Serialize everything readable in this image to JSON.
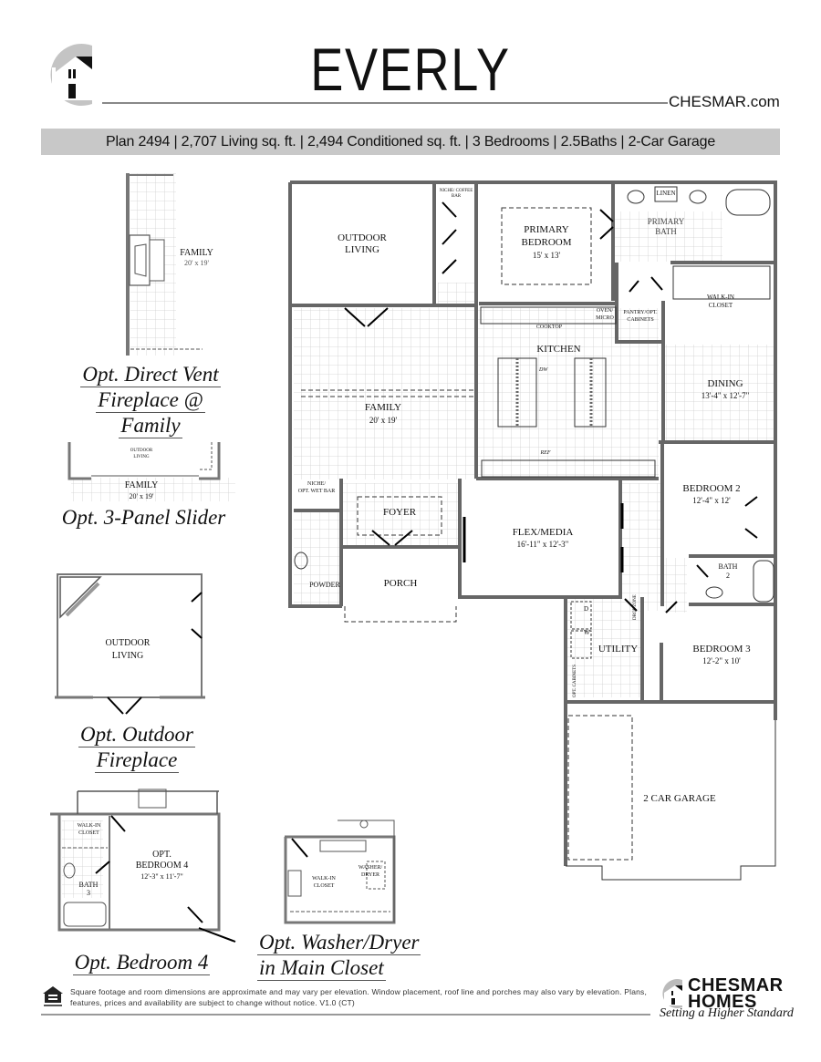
{
  "header": {
    "title": "EVERLY",
    "website": "CHESMAR.com",
    "summary": "Plan 2494 | 2,707 Living sq. ft. | 2,494 Conditioned sq. ft. | 3 Bedrooms | 2.5Baths | 2-Car Garage"
  },
  "main_plan": {
    "rooms": [
      {
        "name": "OUTDOOR LIVING",
        "line1": "OUTDOOR",
        "line2": "LIVING"
      },
      {
        "name": "NICHE/ COFFEE BAR"
      },
      {
        "name": "PRIMARY BEDROOM",
        "line1": "PRIMARY",
        "line2": "BEDROOM",
        "dims": "15' x 13'"
      },
      {
        "name": "LINEN"
      },
      {
        "name": "PRIMARY BATH",
        "line1": "PRIMARY",
        "line2": "BATH"
      },
      {
        "name": "WALK-IN CLOSET",
        "line1": "WALK-IN",
        "line2": "CLOSET"
      },
      {
        "name": "COOKTOP"
      },
      {
        "name": "OVEN/ MICRO",
        "line1": "OVEN/",
        "line2": "MICRO"
      },
      {
        "name": "PANTRY/OPT. CABINETS",
        "line1": "PANTRY/OPT.",
        "line2": "CABINETS"
      },
      {
        "name": "KITCHEN"
      },
      {
        "name": "DW"
      },
      {
        "name": "REF"
      },
      {
        "name": "DINING",
        "dims": "13'-4\" x 12'-7\""
      },
      {
        "name": "FAMILY",
        "dims": "20' x 19'"
      },
      {
        "name": "NICHE/ OPT. WET BAR",
        "line1": "NICHE/",
        "line2": "OPT. WET BAR"
      },
      {
        "name": "FOYER"
      },
      {
        "name": "FLEX/MEDIA",
        "dims": "16'-11\" x 12'-3\""
      },
      {
        "name": "BEDROOM 2",
        "dims": "12'-4\" x 12'"
      },
      {
        "name": "BATH 2",
        "line1": "BATH",
        "line2": "2"
      },
      {
        "name": "POWDER"
      },
      {
        "name": "PORCH"
      },
      {
        "name": "UTILITY"
      },
      {
        "name": "DROP ZONE"
      },
      {
        "name": "OPT. CABINETS"
      },
      {
        "name": "BEDROOM 3",
        "dims": "12'-2\" x 10'"
      },
      {
        "name": "2 CAR GARAGE"
      },
      {
        "name": "W"
      },
      {
        "name": "D"
      }
    ]
  },
  "options": [
    {
      "caption_lines": [
        "Opt. Direct Vent",
        "Fireplace @",
        "Family"
      ],
      "room": "FAMILY",
      "dims": "20' x 19'"
    },
    {
      "caption_lines": [
        "Opt. 3-Panel Slider"
      ],
      "room": "FAMILY",
      "dims": "20' x 19'",
      "room2_line1": "OUTDOOR",
      "room2_line2": "LIVING"
    },
    {
      "caption_lines": [
        "Opt. Outdoor",
        "Fireplace"
      ],
      "room_line1": "OUTDOOR",
      "room_line2": "LIVING"
    },
    {
      "caption_lines": [
        "Opt. Bedroom 4"
      ],
      "room_line1": "OPT.",
      "room_line2": "BEDROOM 4",
      "dims": "12'-3\" x 11'-7\"",
      "closet_line1": "WALK-IN",
      "closet_line2": "CLOSET",
      "bath_line1": "BATH",
      "bath_line2": "3"
    },
    {
      "caption_lines": [
        "Opt. Washer/Dryer",
        "in Main Closet"
      ],
      "closet_line1": "WALK-IN",
      "closet_line2": "CLOSET",
      "wd_line1": "WASHER/",
      "wd_line2": "DRYER"
    }
  ],
  "footer": {
    "disclaimer": "Square footage and room dimensions are approximate and may vary per elevation. Window placement, roof line and porches may also vary by elevation. Plans, features, prices and availability are subject to change without notice.  V1.0 (CT)",
    "brand_line1": "CHESMAR",
    "brand_line2": "HOMES",
    "tagline": "Setting a Higher Standard"
  }
}
